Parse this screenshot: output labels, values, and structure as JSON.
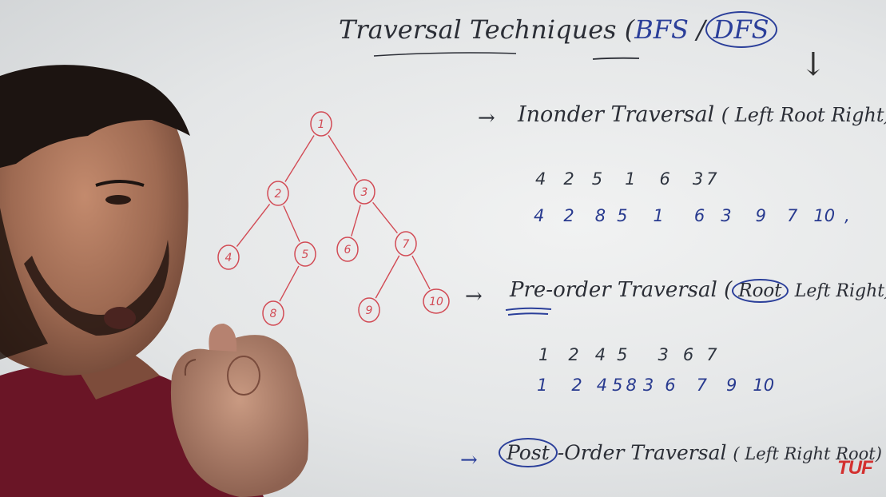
{
  "board": {
    "title": "Traversal Techniques (BFS / DFS)",
    "title_main": "Traversal Techniques",
    "bfs": "BFS",
    "dfs": "DFS",
    "down_arrow": "↓"
  },
  "tree": {
    "nodes": [
      "1",
      "2",
      "3",
      "4",
      "5",
      "6",
      "7",
      "8",
      "9",
      "10"
    ],
    "edges": [
      [
        "1",
        "2"
      ],
      [
        "1",
        "3"
      ],
      [
        "2",
        "4"
      ],
      [
        "2",
        "5"
      ],
      [
        "3",
        "6"
      ],
      [
        "3",
        "7"
      ],
      [
        "5",
        "8"
      ],
      [
        "7",
        "9"
      ],
      [
        "7",
        "10"
      ]
    ]
  },
  "inorder": {
    "arrow": "→",
    "label": "Inonder Traversal",
    "rule": "( Left Root Right)",
    "seq1": [
      "4",
      "2",
      "5",
      "1",
      "6",
      "3",
      "7"
    ],
    "seq2": [
      "4",
      "2",
      "8",
      "5",
      "1",
      "6",
      "3",
      "9",
      "7",
      "10",
      ","
    ]
  },
  "preorder": {
    "arrow": "→",
    "label": "Pre-order Traversal",
    "rule_open": "(",
    "rule_root": "Root",
    "rule_rest": "Left Right)",
    "seq1": [
      "1",
      "2",
      "4",
      "5",
      "3",
      "6",
      "7"
    ],
    "seq2": [
      "1",
      "2",
      "4",
      "5",
      "8",
      "3",
      "6",
      "7",
      "9",
      "10"
    ]
  },
  "postorder": {
    "arrow": "→",
    "label_post": "Post",
    "label_rest": "-Order Traversal",
    "rule": "( Left Right Root)"
  },
  "logo": "TUF",
  "colors": {
    "ink": "#2b2e36",
    "blue_marker": "#2b3f9a",
    "red_marker": "#d24b55",
    "shirt": "#6a1526",
    "logo": "#d3302f"
  }
}
